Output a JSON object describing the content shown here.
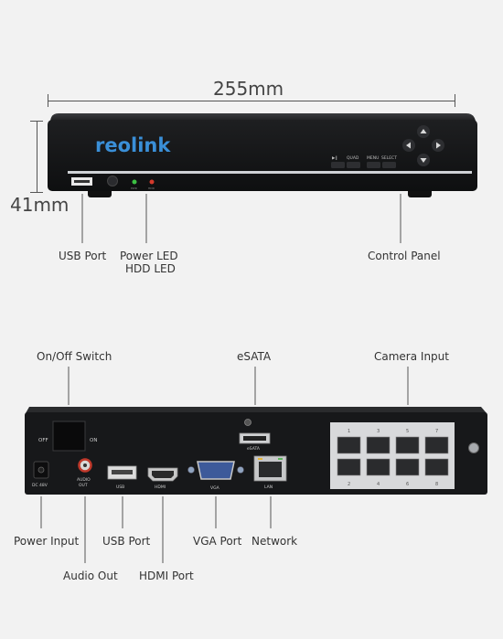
{
  "dimensions": {
    "width": "255mm",
    "height": "41mm"
  },
  "brand": "reolink",
  "front": {
    "buttons": [
      "▶‖",
      "QUAD",
      "MENU",
      "SELECT"
    ],
    "led_labels": [
      "PWR",
      "HDD"
    ],
    "callouts": {
      "usb": "USB Port",
      "power_led": "Power LED",
      "hdd_led": "HDD LED",
      "control": "Control Panel"
    }
  },
  "back": {
    "panel_text": {
      "off": "OFF",
      "on": "ON",
      "dc": "DC 48V",
      "audio1": "AUDIO",
      "audio2": "OUT",
      "usb": "USB",
      "hdmi": "HDMI",
      "vga": "VGA",
      "lan": "LAN",
      "esata": "eSATA"
    },
    "port_numbers_top": [
      "1",
      "3",
      "5",
      "7"
    ],
    "port_numbers_bottom": [
      "2",
      "4",
      "6",
      "8"
    ],
    "callouts": {
      "switch": "On/Off Switch",
      "esata": "eSATA",
      "camera": "Camera Input",
      "power": "Power Input",
      "usb": "USB Port",
      "vga": "VGA Port",
      "network": "Network",
      "audio": "Audio Out",
      "hdmi": "HDMI Port"
    }
  },
  "colors": {
    "background": "#f2f2f2",
    "device": "#17181a",
    "brand": "#3a8fd8",
    "pwr_led": "#3cc043",
    "hdd_led": "#d33a2c"
  }
}
